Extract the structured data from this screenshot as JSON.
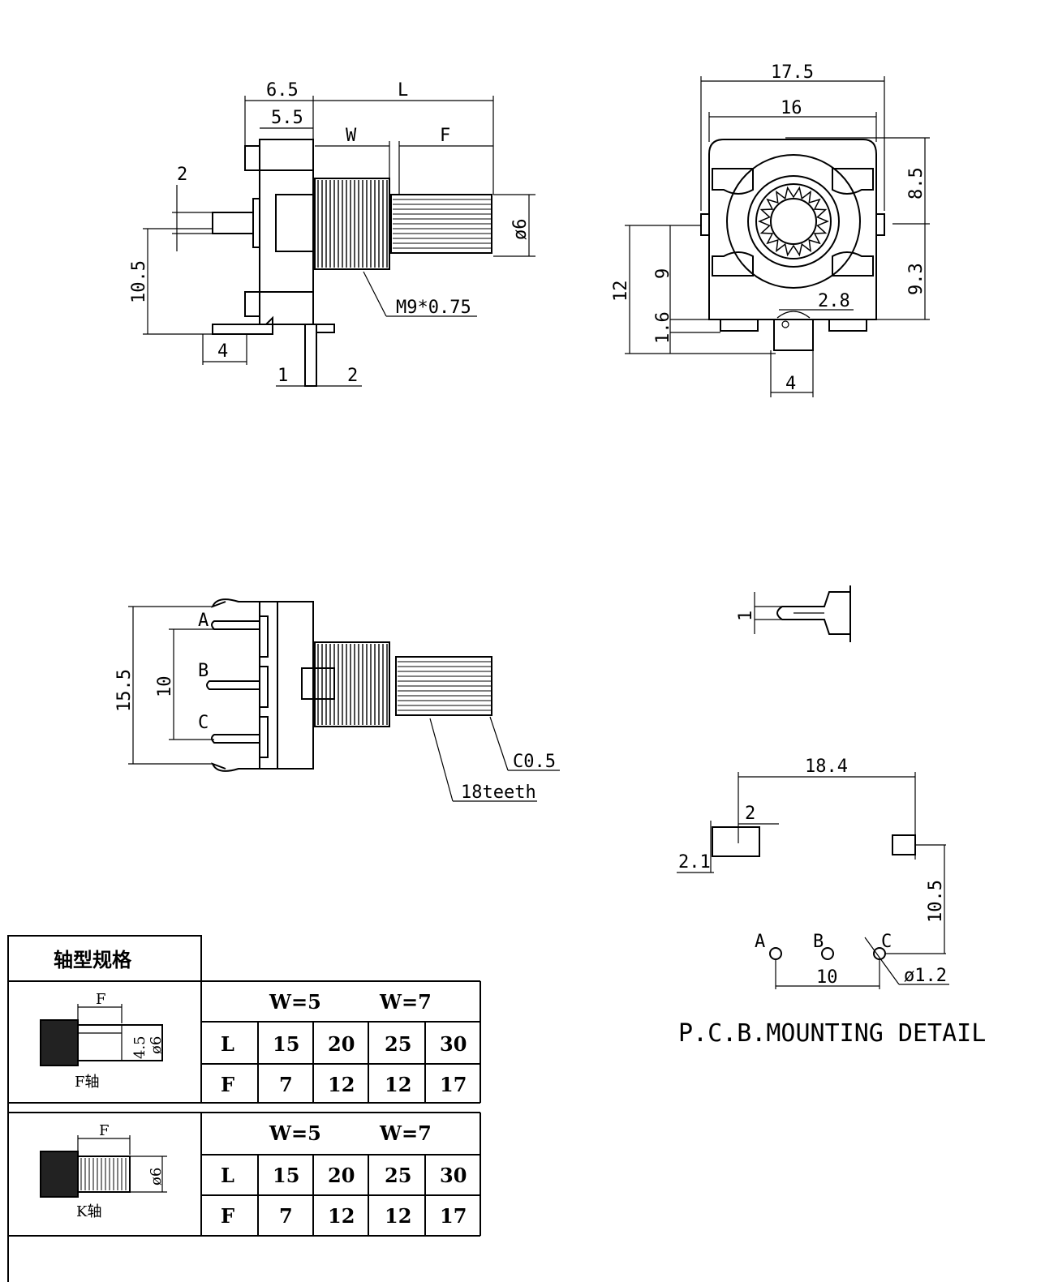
{
  "side_view": {
    "dim_body": "6.5",
    "dim_body_inner": "5.5",
    "dim_length": "L",
    "dim_thread": "W",
    "dim_flat": "F",
    "dim_pin_gap": "2",
    "dim_height": "10.5",
    "dim_diameter": "ø6",
    "dim_thread_spec": "M9*0.75",
    "dim_tab": "4",
    "dim_pin_thick": "1",
    "dim_pin_offset": "2"
  },
  "front_view": {
    "dim_width_outer": "17.5",
    "dim_width_inner": "16",
    "dim_upper": "8.5",
    "dim_lower": "9.3",
    "dim_total": "12",
    "dim_mid": "9",
    "dim_small": "1.6",
    "dim_tab_w": "2.8",
    "dim_bottom": "4"
  },
  "bottom_view": {
    "dim_height": "15.5",
    "dim_pin_span": "10",
    "pin_a": "A",
    "pin_b": "B",
    "pin_c": "C",
    "chamfer": "C0.5",
    "teeth": "18teeth"
  },
  "pin_detail": {
    "dim_thickness": "1"
  },
  "pcb": {
    "title": "P.C.B.MOUNTING DETAIL",
    "dim_width": "18.4",
    "dim_slot_w": "2",
    "dim_slot_h": "2.1",
    "dim_height": "10.5",
    "dim_pitch": "10",
    "dim_hole": "ø1.2",
    "pin_a": "A",
    "pin_b": "B",
    "pin_c": "C"
  },
  "spec_table": {
    "title": "轴型规格",
    "f_shaft": {
      "label": "F轴",
      "dim_f": "F",
      "dim_flat": "4.5",
      "dim_dia": "ø6",
      "headers": [
        "W=5",
        "W=7"
      ],
      "rows": [
        {
          "name": "L",
          "values": [
            "15",
            "20",
            "25",
            "30"
          ]
        },
        {
          "name": "F",
          "values": [
            "7",
            "12",
            "12",
            "17"
          ]
        }
      ]
    },
    "k_shaft": {
      "label": "K轴",
      "dim_f": "F",
      "dim_dia": "ø6",
      "headers": [
        "W=5",
        "W=7"
      ],
      "rows": [
        {
          "name": "L",
          "values": [
            "15",
            "20",
            "25",
            "30"
          ]
        },
        {
          "name": "F",
          "values": [
            "7",
            "12",
            "12",
            "17"
          ]
        }
      ]
    }
  }
}
